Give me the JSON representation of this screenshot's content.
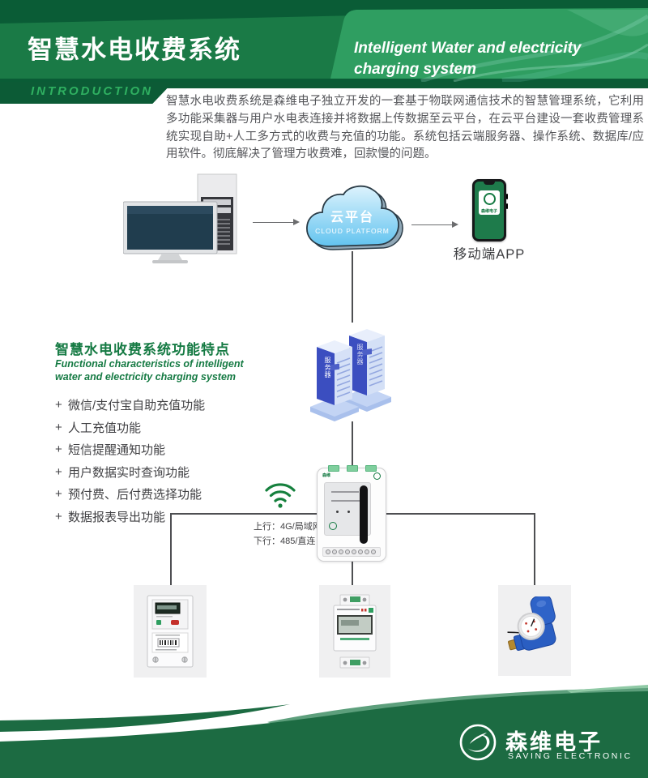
{
  "header": {
    "title": "智慧水电收费系统",
    "subtitle_line1": "Intelligent Water and electricity",
    "subtitle_line2": "charging system"
  },
  "intro": {
    "label": "INTRODUCTION",
    "paragraph": "智慧水电收费系统是森维电子独立开发的一套基于物联网通信技术的智慧管理系统，它利用多功能采集器与用户水电表连接并将数据上传数据至云平台，在云平台建设一套收费管理系统实现自助+人工多方式的收费与充值的功能。系统包括云端服务器、操作系统、数据库/应用软件。彻底解决了管理方收费难，回款慢的问题。"
  },
  "diagram": {
    "cloud_label_cn": "云平台",
    "cloud_label_en": "CLOUD PLATFORM",
    "phone_logo_text": "森维电子",
    "phone_label": "移动端APP",
    "server_label": "服务器",
    "uplink_label": "上行：4G/局域网",
    "downlink_label": "下行：485/直连"
  },
  "features": {
    "title": "智慧水电收费系统功能特点",
    "subtitle_line1": "Functional characteristics of intelligent",
    "subtitle_line2": "water and electricity charging system",
    "bullet": "+",
    "items": [
      "微信/支付宝自助充值功能",
      "人工充值功能",
      "短信提醒通知功能",
      "用户数据实时查询功能",
      "预付费、后付费选择功能",
      "数据报表导出功能"
    ]
  },
  "footer": {
    "logo_cn": "森维电子",
    "logo_en": "SAVING ELECTRONIC"
  },
  "colors": {
    "header_dark": "#0a5c36",
    "header_main": "#1a7a46",
    "header_light": "#2f9e61",
    "accent_green": "#2fb061",
    "feature_green": "#157a43",
    "footer_green": "#1c6b42",
    "line_gray": "#4e4f52",
    "cloud_blue": "#7fd0f2",
    "server_blue": "#3b4ec0"
  }
}
